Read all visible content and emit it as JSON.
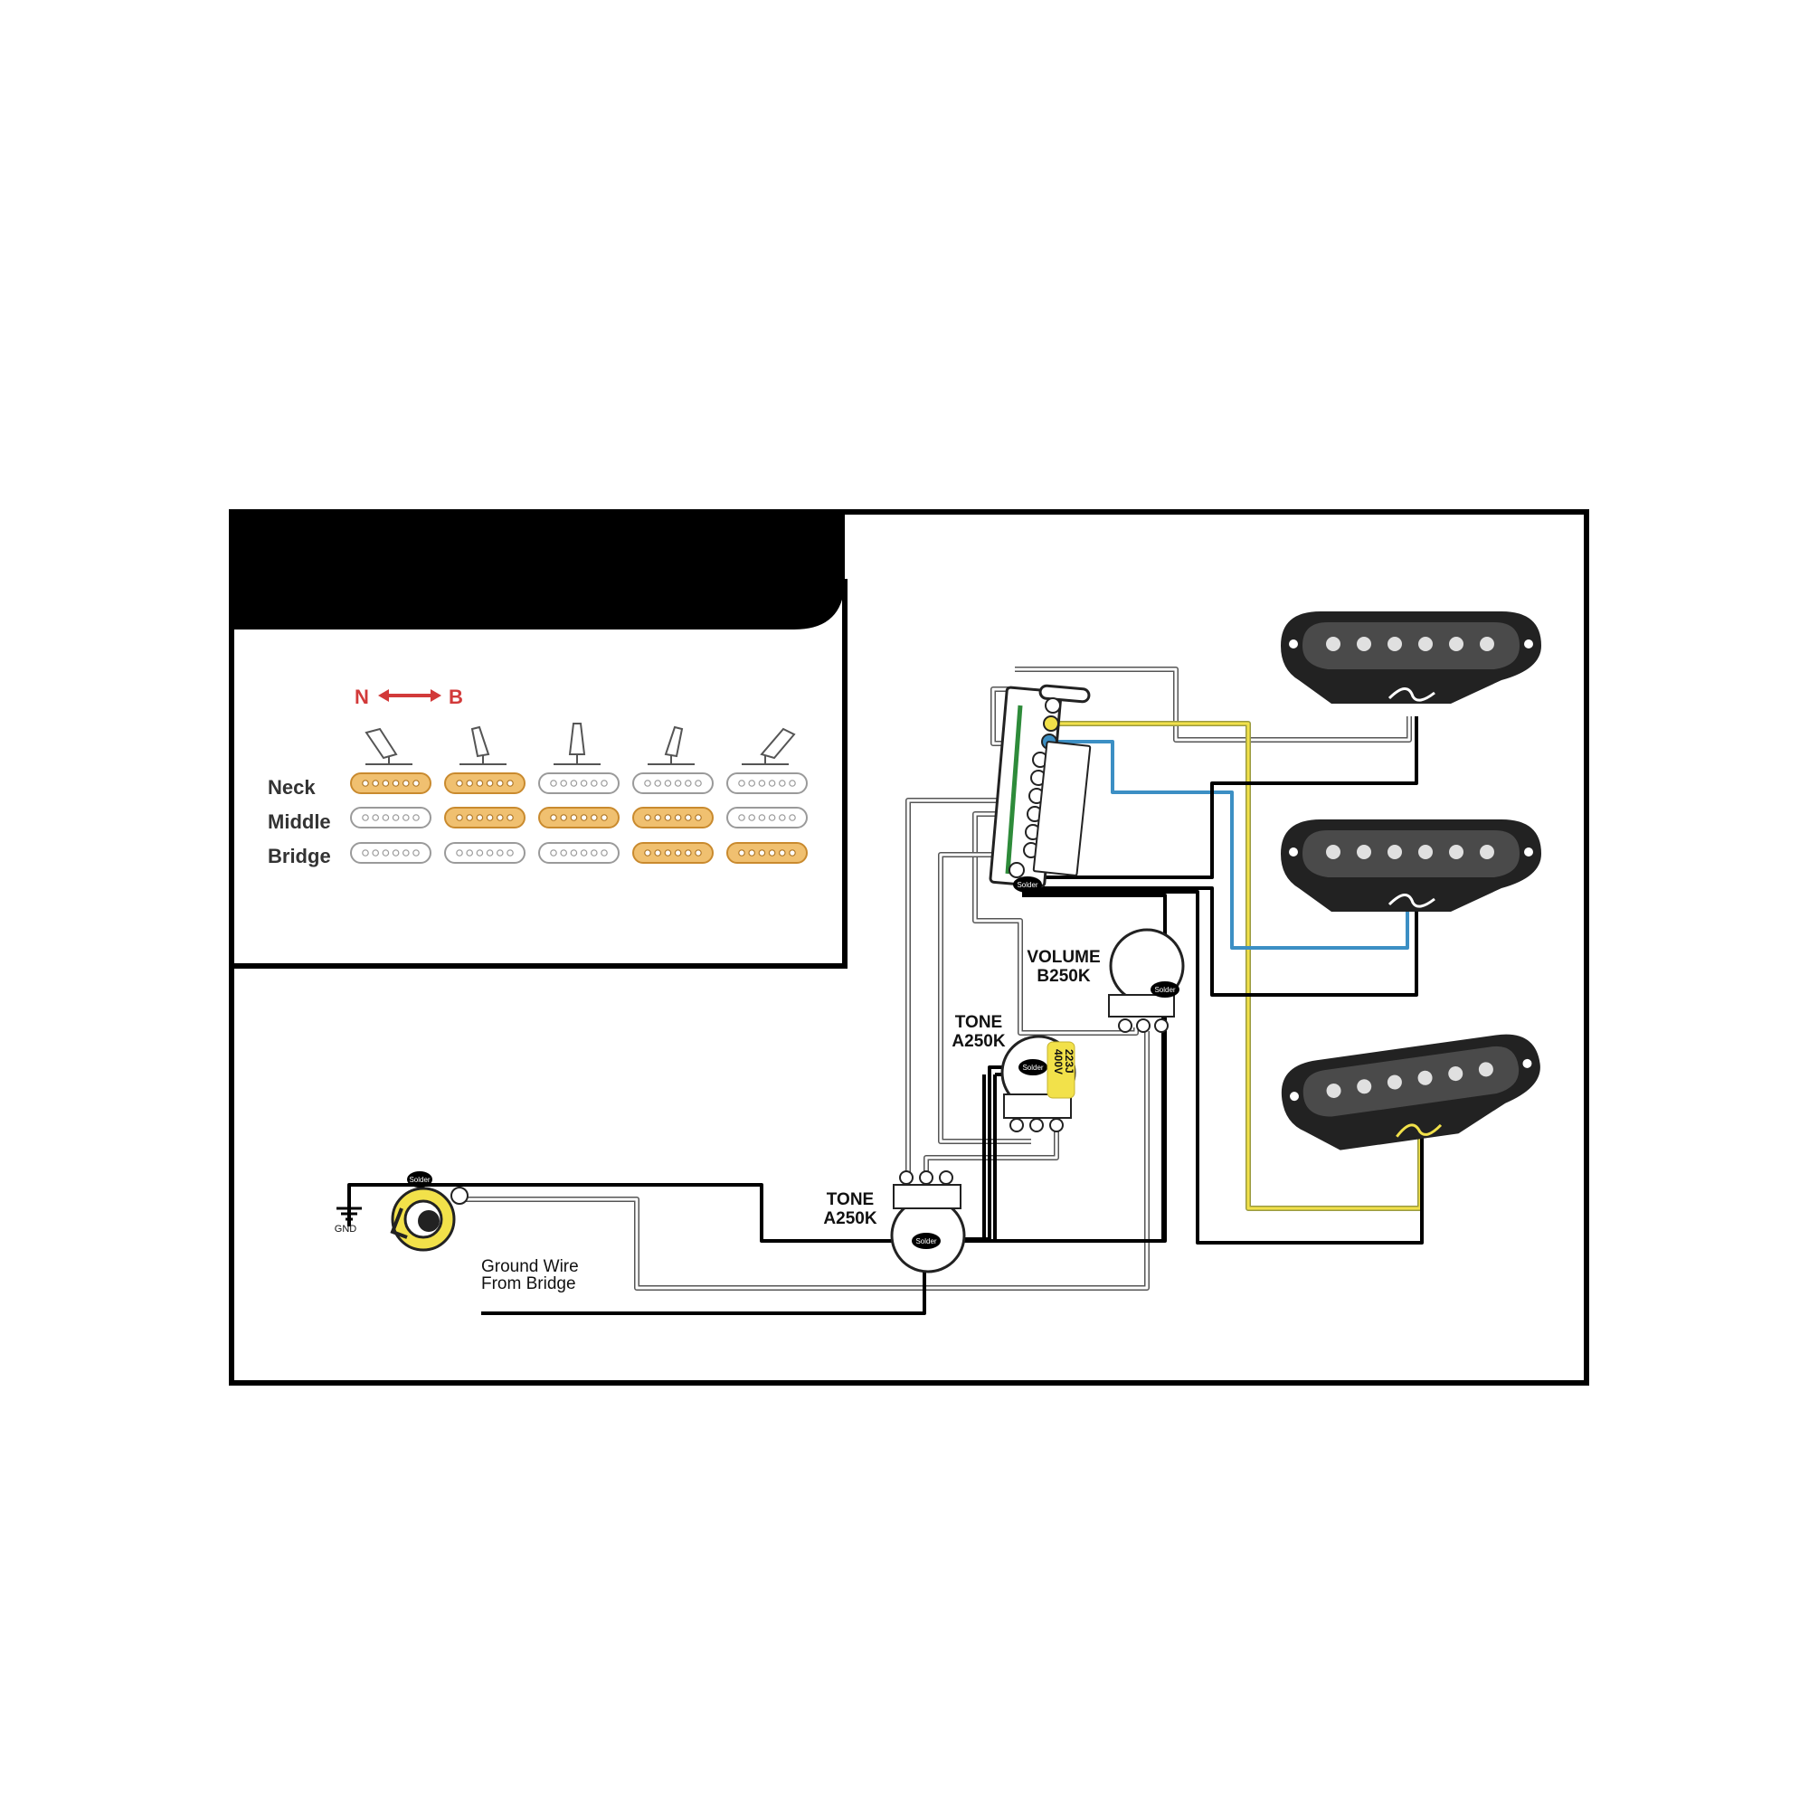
{
  "legend": {
    "direction_left": "N",
    "direction_right": "B",
    "row_labels": [
      "Neck",
      "Middle",
      "Bridge"
    ],
    "active_color": "#f0c070",
    "direction_color": "#d23a3a",
    "positions": [
      {
        "neck": true,
        "middle": false,
        "bridge": false
      },
      {
        "neck": true,
        "middle": true,
        "bridge": false
      },
      {
        "neck": false,
        "middle": true,
        "bridge": false
      },
      {
        "neck": false,
        "middle": true,
        "bridge": true
      },
      {
        "neck": false,
        "middle": false,
        "bridge": true
      }
    ]
  },
  "labels": {
    "volume": "VOLUME",
    "volume_value": "B250K",
    "tone1": "TONE",
    "tone1_value": "A250K",
    "tone2": "TONE",
    "tone2_value": "A250K",
    "capacitor_code": "223J",
    "capacitor_voltage": "400V",
    "ground": "GND",
    "ground_wire_line1": "Ground Wire",
    "ground_wire_line2": "From Bridge",
    "solder": "Solder"
  },
  "wire_colors": {
    "hot": "#000000",
    "white": "#ffffff",
    "yellow": "#f2e14a",
    "blue": "#3c8fc4"
  }
}
